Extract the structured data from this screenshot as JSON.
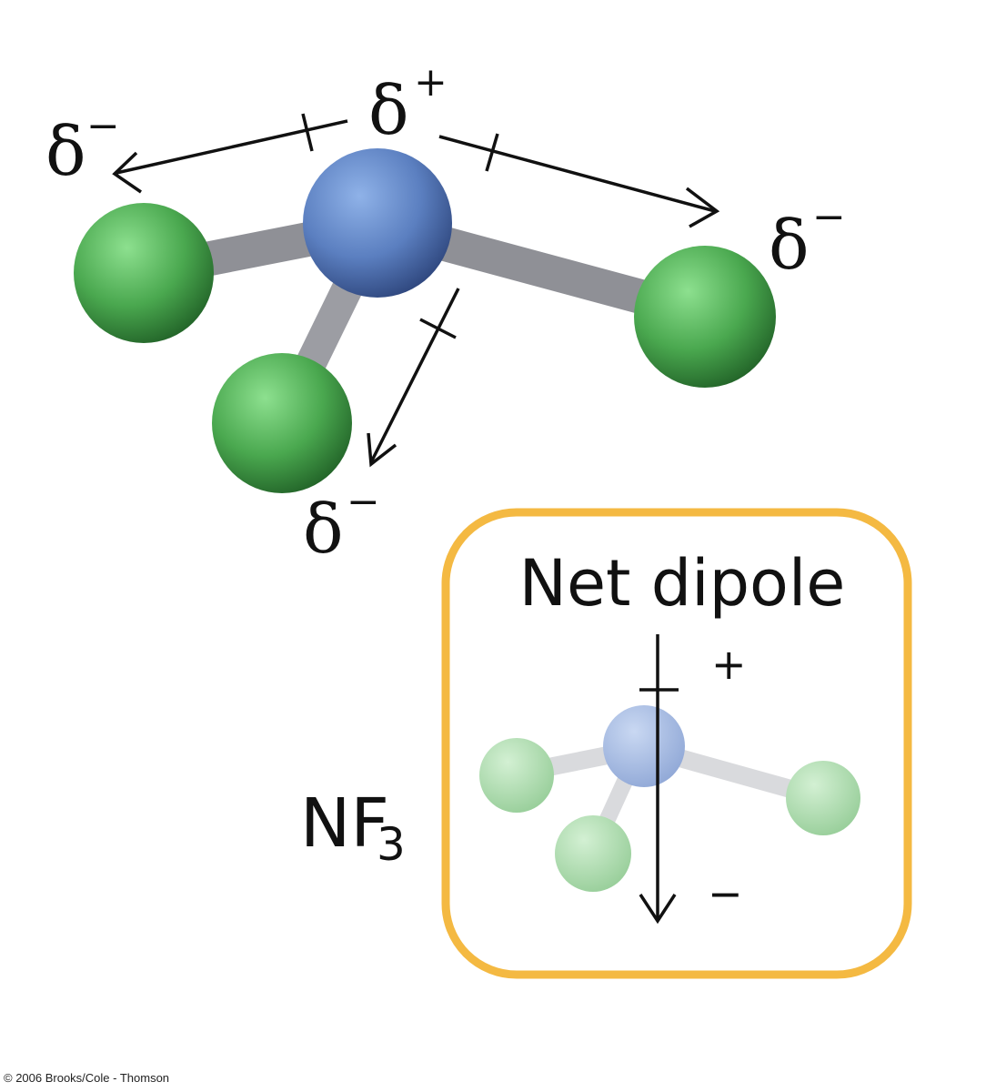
{
  "labels": {
    "delta": "δ",
    "plus": "+",
    "minus": "−",
    "net_dipole": "Net dipole",
    "formula_main": "NF",
    "formula_sub": "3",
    "copyright": "© 2006 Brooks/Cole - Thomson"
  },
  "colors": {
    "nitrogen": "#5b7fc0",
    "fluorine": "#4aa84f",
    "bond": "#8f9096",
    "box_border": "#f4b942"
  },
  "icons": {
    "large_molecule": "nf3-ball-and-stick-model",
    "small_molecule": "nf3-faded-ball-and-stick-model"
  }
}
